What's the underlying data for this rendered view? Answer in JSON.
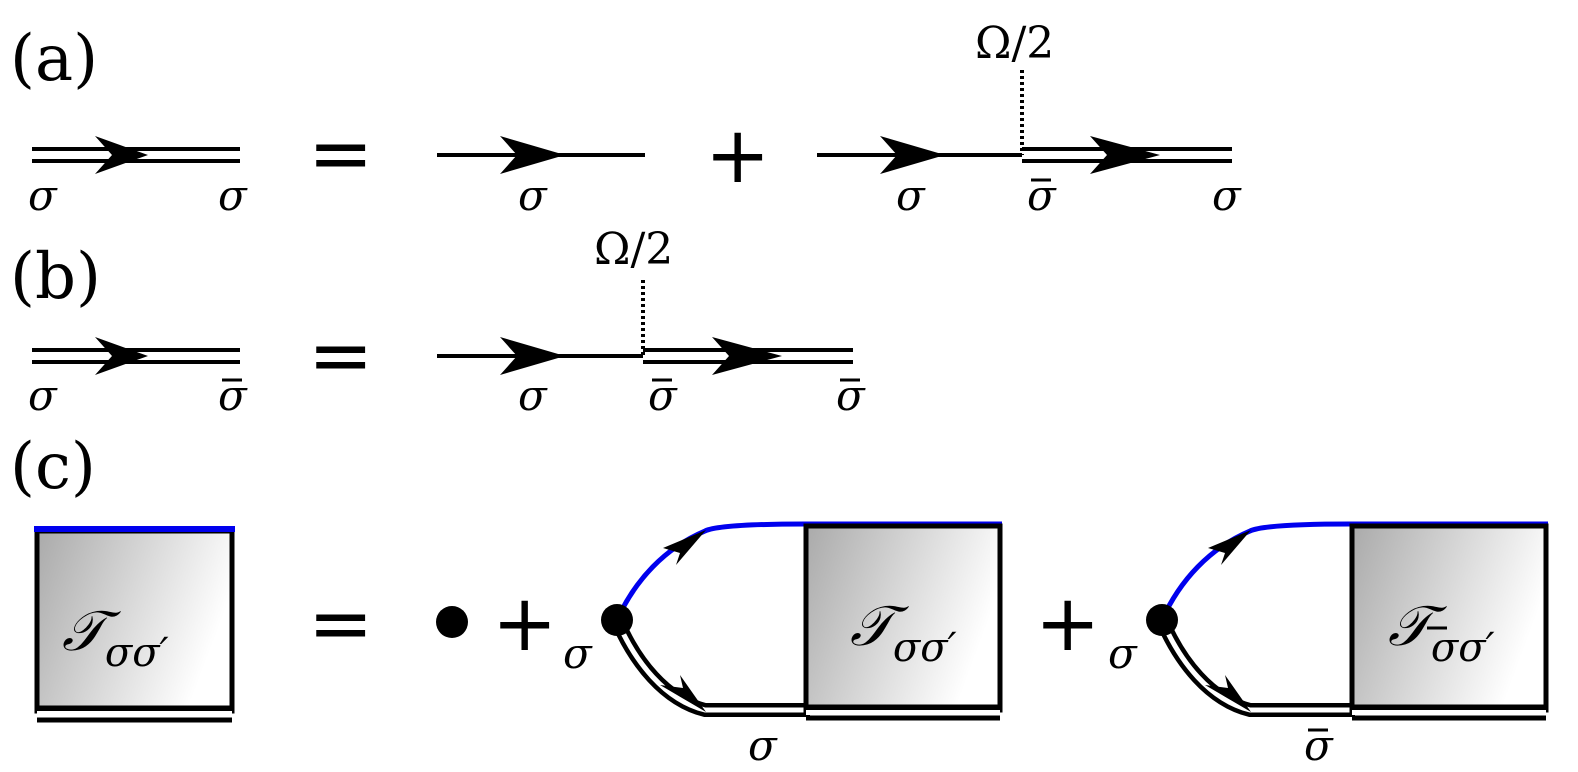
{
  "panels": {
    "a": {
      "label": "(a)",
      "lhs_left": "σ",
      "lhs_right": "σ",
      "equals": "=",
      "term1_label": "σ",
      "plus": "+",
      "term2_left": "σ",
      "term2_mid": "σ",
      "term2_right": "σ",
      "vertex": "Ω/2"
    },
    "b": {
      "label": "(b)",
      "lhs_left": "σ",
      "lhs_right": "σ",
      "equals": "=",
      "term_left": "σ",
      "term_mid": "σ",
      "term_right": "σ",
      "vertex": "Ω/2"
    },
    "c": {
      "label": "(c)",
      "lhs_box": "𝒯",
      "lhs_box_sub": "σσ′",
      "equals": "=",
      "plus1": "+",
      "plus2": "+",
      "loop1_vertex": "σ",
      "loop1_bottom": "σ",
      "box1": "𝒯",
      "box1_sub": "σσ′",
      "loop2_vertex": "σ",
      "loop2_bottom": "σ",
      "box2": "𝒯",
      "box2_sub": "σσ′"
    }
  },
  "colors": {
    "line": "#000000",
    "accent": "#0000ee",
    "box_dark": "#b0b0b0",
    "box_light": "#ffffff"
  }
}
